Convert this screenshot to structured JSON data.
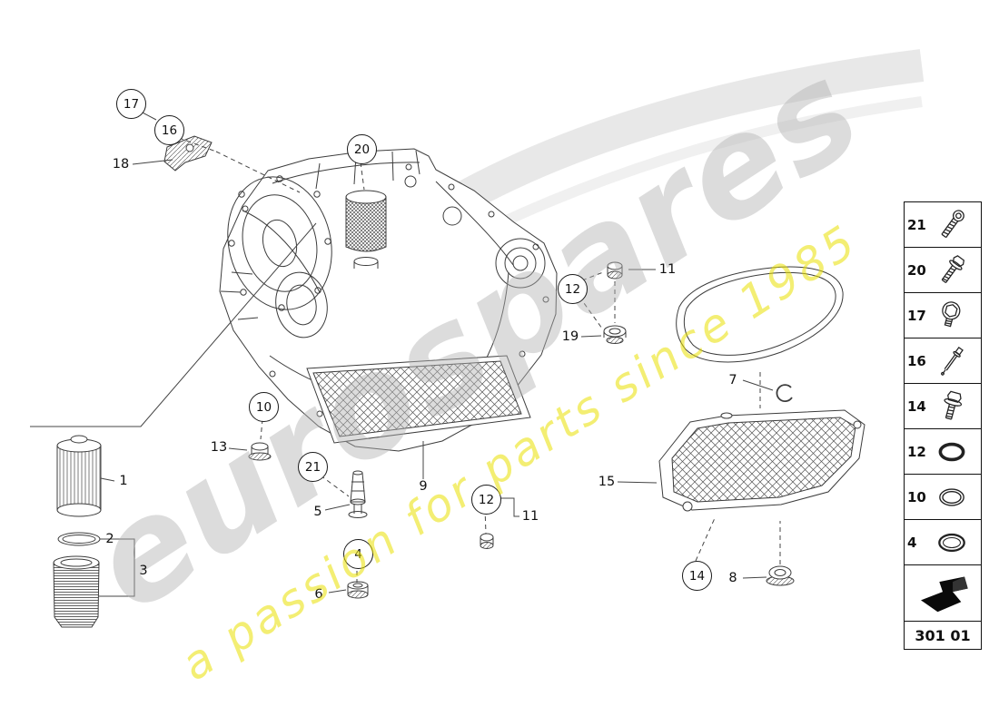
{
  "watermark": {
    "brand": "eurospares",
    "tagline": "a passion for parts since 1985"
  },
  "colors": {
    "watermark_gray": "#b2b2b2",
    "tagline_yellow": "#e9e000",
    "line_art": "#3c3c3c"
  },
  "code_box": {
    "code": "301 01"
  },
  "callouts": {
    "circled": [
      {
        "label": "17"
      },
      {
        "label": "16"
      },
      {
        "label": "20"
      },
      {
        "label": "12"
      },
      {
        "label": "10"
      },
      {
        "label": "21"
      },
      {
        "label": "12"
      },
      {
        "label": "4"
      },
      {
        "label": "14"
      }
    ],
    "plain": [
      {
        "label": "18"
      },
      {
        "label": "11"
      },
      {
        "label": "19"
      },
      {
        "label": "13"
      },
      {
        "label": "1"
      },
      {
        "label": "2"
      },
      {
        "label": "3"
      },
      {
        "label": "5"
      },
      {
        "label": "9"
      },
      {
        "label": "11"
      },
      {
        "label": "6"
      },
      {
        "label": "7"
      },
      {
        "label": "15"
      },
      {
        "label": "8"
      }
    ]
  },
  "sidebar": {
    "items": [
      {
        "number": "21",
        "icon": "socket-head-bolt"
      },
      {
        "number": "20",
        "icon": "flange-bolt"
      },
      {
        "number": "17",
        "icon": "oil-drain-plug"
      },
      {
        "number": "16",
        "icon": "temperature-sensor"
      },
      {
        "number": "14",
        "icon": "hex-bolt-washer"
      },
      {
        "number": "12",
        "icon": "o-ring"
      },
      {
        "number": "10",
        "icon": "o-ring"
      },
      {
        "number": "4",
        "icon": "sealing-ring"
      }
    ]
  }
}
